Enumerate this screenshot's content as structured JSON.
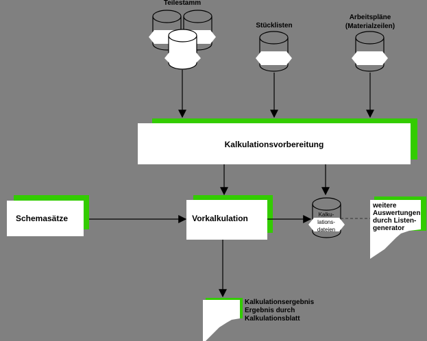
{
  "sources": {
    "teilestamm": "Teilestamm",
    "stuecklisten": "Stücklisten",
    "arbeitsplaene": [
      "Arbeitspläne",
      "(Materialzeilen)"
    ]
  },
  "boxes": {
    "vorbereitung": "Kalkulationsvorbereitung",
    "schemasaetze": "Schemasätze",
    "vorkalkulation": "Vorkalkulation"
  },
  "kalkulationsdateien": [
    "Kalku-",
    "lations-",
    "dateien"
  ],
  "auswertungen": [
    "weitere",
    "Auswertungen",
    "durch Listen-",
    "generator"
  ],
  "ergebnis": [
    "Kalkulationsergebnis",
    "Ergebnis durch",
    "Kalkulationsblatt"
  ],
  "colors": {
    "background": "#808080",
    "shadow": "#33cc00",
    "box": "#ffffff"
  }
}
